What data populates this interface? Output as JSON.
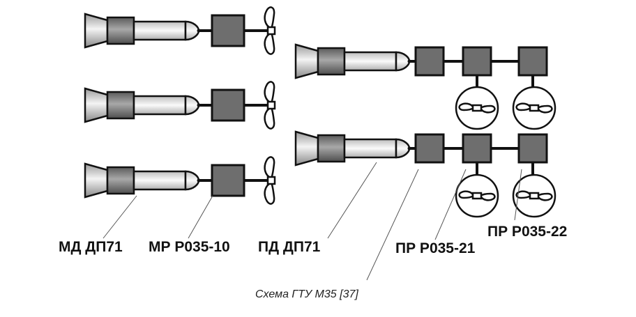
{
  "labels": {
    "md": "МД ДП71",
    "mr": "МР Р035-10",
    "pd": "ПД ДП71",
    "pr21": "ПР Р035-21",
    "pr22": "ПР Р035-22"
  },
  "caption": "Схема ГТУ М35 [37]",
  "colors": {
    "outline": "#111111",
    "gearbox_fill": "#6e6e6e",
    "engine_dark": "#8a8a8a",
    "engine_light": "#e6e6e6",
    "leader_line": "#555555"
  }
}
